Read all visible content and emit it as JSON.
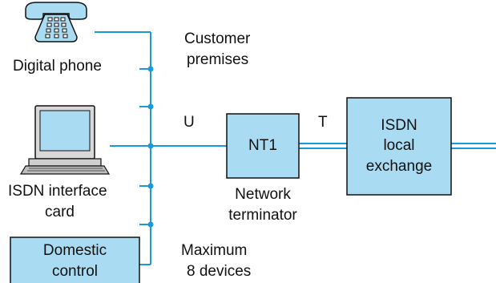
{
  "colors": {
    "line": "#1a9ad6",
    "box_fill": "#a9dcf2",
    "box_stroke": "#111111",
    "text": "#111111"
  },
  "labels": {
    "digital_phone": "Digital phone",
    "customer_premises_line1": "Customer",
    "customer_premises_line2": "premises",
    "isdn_card_line1": "ISDN interface",
    "isdn_card_line2": "card",
    "u_ref": "U",
    "t_ref": "T",
    "network_terminator_line1": "Network",
    "network_terminator_line2": "terminator",
    "max_devices_line1": "Maximum",
    "max_devices_line2": "8 devices"
  },
  "boxes": {
    "nt1": "NT1",
    "exchange_line1": "ISDN",
    "exchange_line2": "local",
    "exchange_line3": "exchange",
    "domestic_line1": "Domestic",
    "domestic_line2": "control"
  },
  "icons": {
    "phone": "telephone-icon",
    "computer": "computer-icon"
  }
}
